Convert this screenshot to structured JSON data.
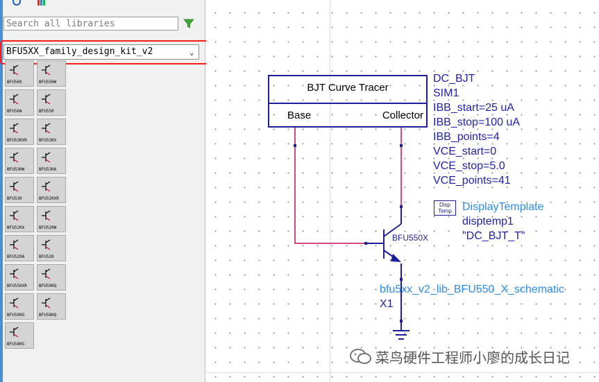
{
  "library_panel": {
    "search_placeholder": "Search all libraries",
    "selected_library": "BFU5XX_family_design_kit_v2",
    "components": [
      "BFU50X",
      "BFU550W",
      "BFU50A",
      "BFU550",
      "BFU530XR",
      "BFU530X",
      "BFU530W",
      "BFU530A",
      "BFU530",
      "BFU520XR",
      "BFU520X",
      "BFU520W",
      "BFU520A",
      "BFU520",
      "BFU550XR",
      "BFU590Q",
      "BFU590G",
      "BFU580Q",
      "BFU580G"
    ]
  },
  "schematic": {
    "tracer": {
      "title": "BJT Curve Tracer",
      "port_base": "Base",
      "port_collector": "Collector"
    },
    "sim_params": [
      "DC_BJT",
      "SIM1",
      "IBB_start=25 uA",
      "IBB_stop=100 uA",
      "IBB_points=4",
      "VCE_start=0",
      "VCE_stop=5.0",
      "VCE_points=41"
    ],
    "display_template": {
      "icon_text_1": "Disp",
      "icon_text_2": "Temp",
      "name": "DisplayTemplate",
      "instance": "disptemp1",
      "value": "\"DC_BJT_T\""
    },
    "transistor_label": "BFU550X",
    "schematic_name": "bfu5xx_v2_lib_BFU550_X_schematic",
    "schematic_instance": "X1"
  },
  "watermark": "菜鸟硬件工程师小廖的成长日记",
  "colors": {
    "wire": "#c0105a",
    "component_blue": "#1e1e9c",
    "highlight_red": "#ff1a1a",
    "param_blue": "#1f1fb0",
    "light_blue": "#2b8cf0"
  }
}
